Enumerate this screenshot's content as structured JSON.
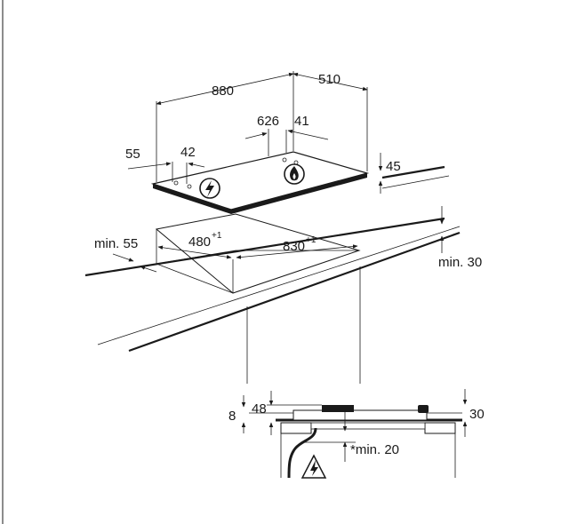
{
  "top_view": {
    "width": "880",
    "depth": "510",
    "burner_offset": "626",
    "burner_gap": "41",
    "left_offset": "55",
    "left_gap": "42",
    "height": "45"
  },
  "cutout_view": {
    "min_left": "min. 55",
    "cut_depth": "480",
    "cut_depth_tol": "+1",
    "cut_width": "830",
    "cut_width_tol": "+1",
    "min_back": "min. 30"
  },
  "side_view": {
    "left_small": "8",
    "left_height": "48",
    "right_height": "30",
    "min_below": "*min. 20"
  },
  "icons": {
    "electric_hob": "electric-warning-icon",
    "gas_burner": "gas-flame-icon",
    "cable_warning": "electric-warning-icon"
  },
  "colors": {
    "line": "#1a1a1a",
    "background": "#ffffff"
  }
}
